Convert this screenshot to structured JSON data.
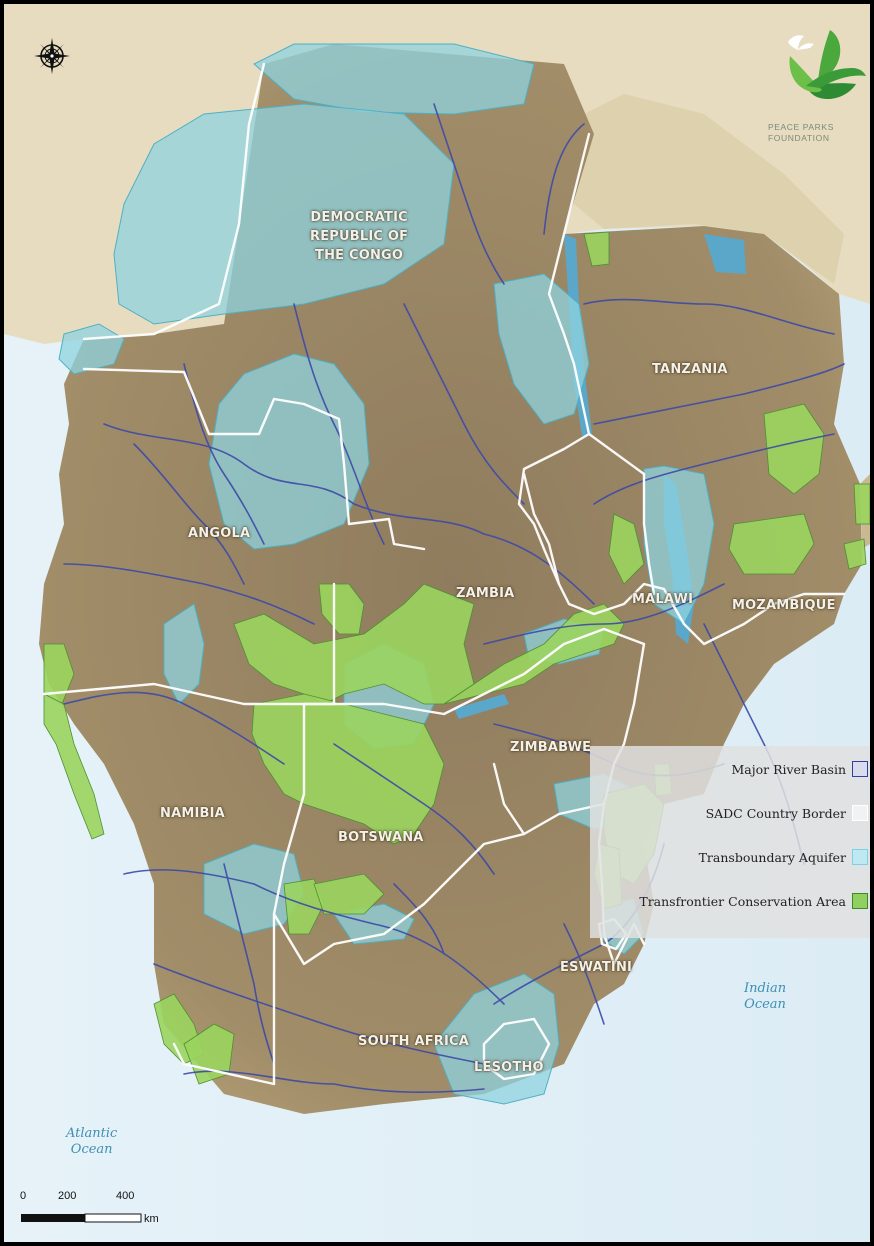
{
  "countries": {
    "drc": [
      "DEMOCRATIC",
      "REPUBLIC OF",
      "THE CONGO"
    ],
    "tanzania": "TANZANIA",
    "angola": "ANGOLA",
    "zambia": "ZAMBIA",
    "malawi": "MALAWI",
    "mozambique": "MOZAMBIQUE",
    "zimbabwe": "ZIMBABWE",
    "namibia": "NAMIBIA",
    "botswana": "BOTSWANA",
    "eswatini": "ESWATINI",
    "south_africa": "SOUTH AFRICA",
    "lesotho": "LESOTHO"
  },
  "oceans": {
    "atlantic": [
      "Atlantic",
      "Ocean"
    ],
    "indian": [
      "Indian",
      "Ocean"
    ]
  },
  "logo": {
    "line1": "PEACE PARKS",
    "line2": "FOUNDATION",
    "icon": "peace-parks-leaf-logo"
  },
  "compass_icon": "compass-rose-icon",
  "legend": [
    {
      "label": "Major River Basin",
      "fill": "#d9dcec",
      "stroke": "#3340a0"
    },
    {
      "label": "SADC Country Border",
      "fill": "#f2f2f2",
      "stroke": "#ffffff"
    },
    {
      "label": "Transboundary Aquifer",
      "fill": "#bfe9f2",
      "stroke": "#7fd0e0"
    },
    {
      "label": "Transfrontier Conservation Area",
      "fill": "#8fd060",
      "stroke": "#3c8a28"
    }
  ],
  "scale": {
    "ticks": [
      "0",
      "200",
      "400"
    ],
    "unit": "km"
  },
  "colors": {
    "land": "#9b8664",
    "ocean": "#dfeef6",
    "outside_land": "#e8dcc0",
    "river": "#3d4aa8",
    "aquifer": "#8fd3df",
    "tfca": "#9ad45e",
    "border": "#ffffff"
  }
}
